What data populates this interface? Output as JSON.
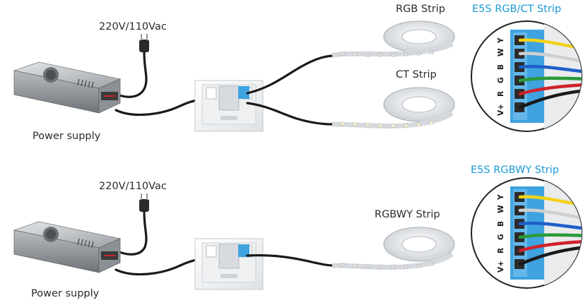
{
  "top_row": {
    "mains_label": "220V/110Vac",
    "psu_label": "Power supply",
    "strip_a_label": "RGB Strip",
    "strip_b_label": "CT Strip",
    "detail_title": "E5S RGB/CT Strip",
    "pins": [
      "V+",
      "R",
      "G",
      "B",
      "W",
      "Y"
    ]
  },
  "bottom_row": {
    "mains_label": "220V/110Vac",
    "psu_label": "Power supply",
    "strip_label": "RGBWY Strip",
    "detail_title": "E5S RGBWY Strip",
    "pins": [
      "V+",
      "R",
      "G",
      "B",
      "W",
      "Y"
    ]
  },
  "colors": {
    "title_blue": "#1a9ad6",
    "terminal_blue": "#3fa3e0",
    "wire_black": "#1a1a1a",
    "wire_red": "#d0222a",
    "wire_green": "#2a9a3a",
    "wire_blue": "#1f5fc9",
    "wire_white": "#e8e8e8",
    "wire_yellow": "#f2d21a"
  },
  "icons": [
    "power-plug-icon",
    "power-supply-unit",
    "wall-controller",
    "led-strip-reel"
  ]
}
